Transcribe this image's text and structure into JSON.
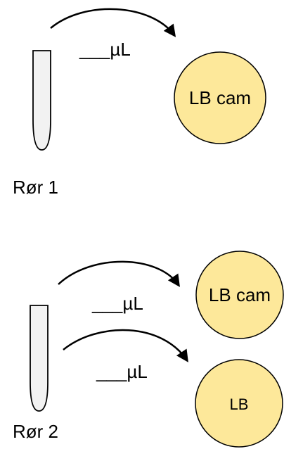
{
  "colors": {
    "tube_fill": "#f2f2f2",
    "tube_stroke": "#000000",
    "plate_fill": "#fde89a",
    "plate_stroke": "#000000",
    "arrow": "#000000"
  },
  "sections": [
    {
      "tube_label": "Rør 1",
      "transfers": [
        {
          "volume_label": "___µL",
          "plate_label": "LB cam"
        }
      ]
    },
    {
      "tube_label": "Rør 2",
      "transfers": [
        {
          "volume_label": "___µL",
          "plate_label": "LB cam"
        },
        {
          "volume_label": "___µL",
          "plate_label": "LB"
        }
      ]
    }
  ]
}
